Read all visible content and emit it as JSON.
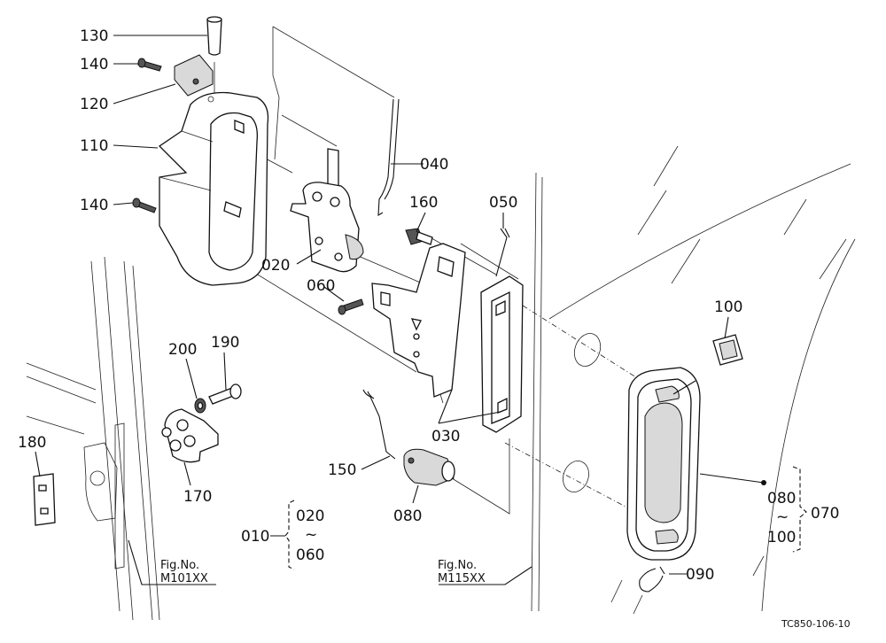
{
  "labels": {
    "p130": "130",
    "p140a": "140",
    "p120": "120",
    "p110": "110",
    "p140b": "140",
    "p040": "040",
    "p020": "020",
    "p160": "160",
    "p050": "050",
    "p060": "060",
    "p200": "200",
    "p190": "190",
    "p100": "100",
    "p180": "180",
    "p030": "030",
    "p150": "150",
    "p170": "170",
    "p080": "080",
    "p090": "090"
  },
  "groups": {
    "g010": {
      "label": "010",
      "from": "020",
      "tilde": "~",
      "to": "060"
    },
    "g070": {
      "label": "070",
      "from": "080",
      "tilde": "~",
      "to": "100"
    }
  },
  "refs": {
    "left": {
      "line1": "Fig.No.",
      "line2": "M101XX"
    },
    "mid": {
      "line1": "Fig.No.",
      "line2": "M115XX"
    }
  },
  "drawing_code": "TC850-106-10"
}
